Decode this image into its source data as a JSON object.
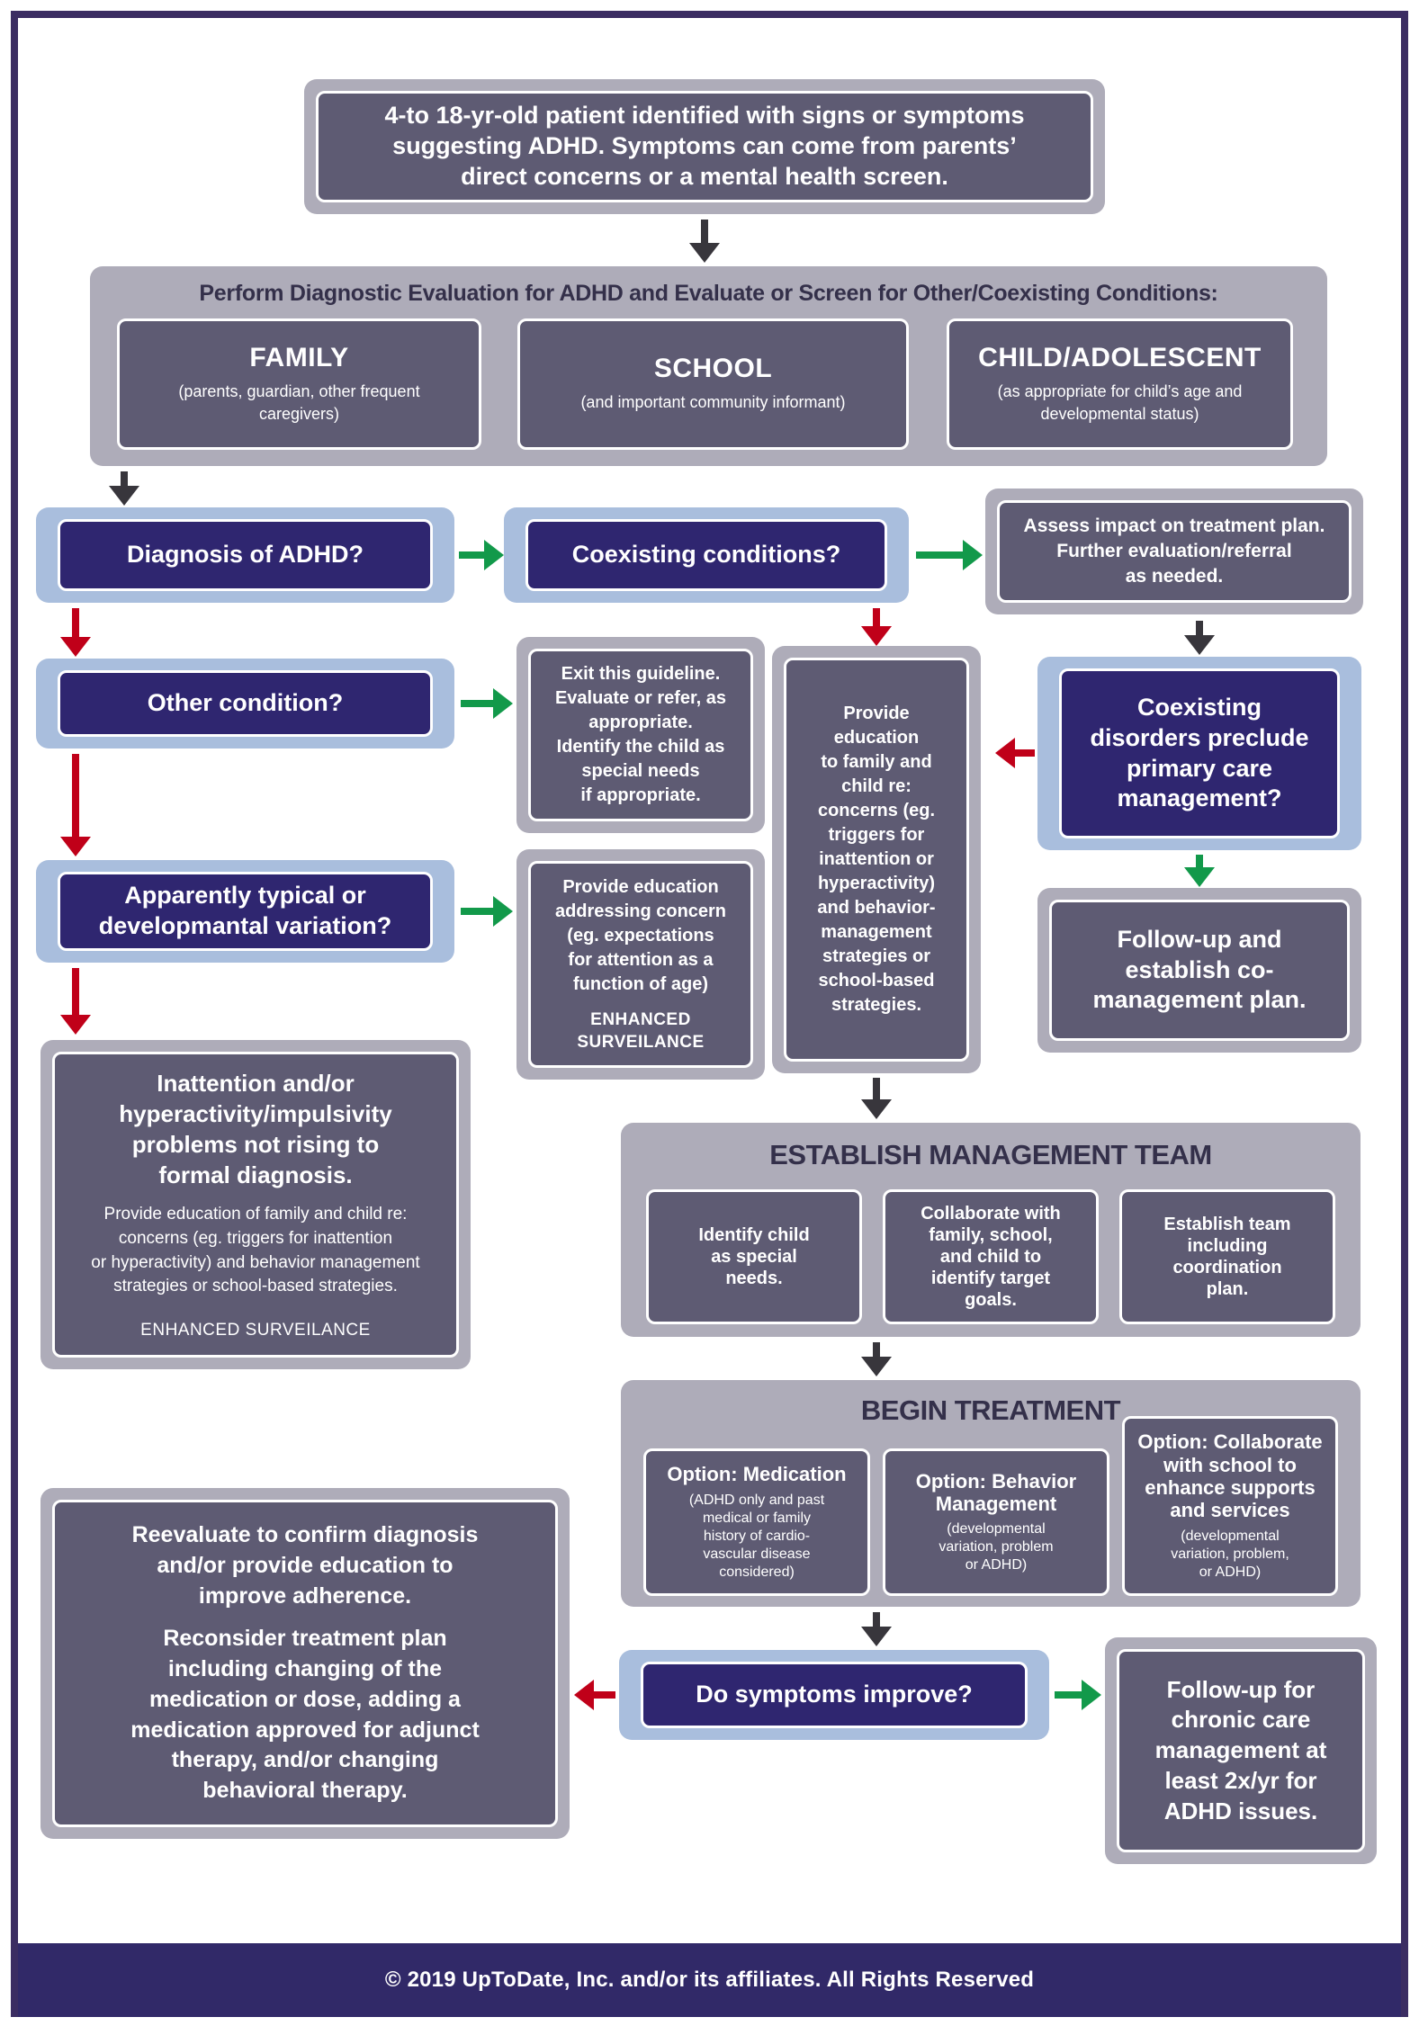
{
  "colors": {
    "navy": "#2f2670",
    "light_blue": "#a9bedd",
    "container_gray": "#aeacb9",
    "dark_slate": "#5e5b73",
    "arrow_black": "#38363c",
    "arrow_red": "#c00019",
    "arrow_green": "#12994a",
    "border_purple": "#3b2d62",
    "footer_purple": "#312968",
    "section_title_text": "#34304a",
    "box_text": "#ffffff"
  },
  "start": {
    "text": "4-to 18-yr-old patient identified with signs or symptoms\nsuggesting ADHD. Symptoms can come from parents’\ndirect concerns or a mental health screen."
  },
  "evaluation": {
    "title": "Perform Diagnostic Evaluation for ADHD and Evaluate or Screen for Other/Coexisting Conditions:",
    "family": {
      "title": "FAMILY",
      "subtitle": "(parents, guardian, other frequent\ncaregivers)"
    },
    "school": {
      "title": "SCHOOL",
      "subtitle": "(and important community informant)"
    },
    "child": {
      "title": "CHILD/ADOLESCENT",
      "subtitle": "(as appropriate for child’s age and\ndevelopmental status)"
    }
  },
  "questions": {
    "diagnosis": "Diagnosis of ADHD?",
    "coexisting": "Coexisting conditions?",
    "other": "Other condition?",
    "typical": "Apparently typical or\ndevelopmantal variation?",
    "coexist_preclude": "Coexisting\ndisorders preclude\nprimary care\nmanagement?",
    "improve": "Do symptoms improve?"
  },
  "actions": {
    "assess": "Assess impact on treatment plan.\nFurther evaluation/referral\nas needed.",
    "exit": "Exit this guideline.\nEvaluate or refer, as\nappropriate.\nIdentify the child as\nspecial needs\nif appropriate.",
    "provide_family": "Provide\neducation\nto family and\nchild re:\nconcerns (eg.\ntriggers for\ninattention or\nhyperactivity)\nand behavior-\nmanagement\nstrategies or\nschool-based\nstrategies.",
    "followup_comanage": "Follow-up and\nestablish co-\nmanagement plan.",
    "provide_education": "Provide education\naddressing concern\n(eg. expectations\nfor attention as a\nfunction of age)",
    "enhanced_surveillance_stacked": "ENHANCED\nSURVEILANCE",
    "chronic": "Follow-up for\nchronic care\nmanagement at\nleast 2x/yr for\nADHD issues."
  },
  "inattention": {
    "title": "Inattention and/or\nhyperactivity/impulsivity\nproblems not rising to\nformal diagnosis.",
    "body": "Provide education of family and child re:\nconcerns (eg. triggers for inattention\nor hyperactivity) and behavior management\nstrategies or school-based strategies.",
    "footer": "ENHANCED SURVEILANCE"
  },
  "team": {
    "title": "ESTABLISH MANAGEMENT TEAM",
    "box1": "Identify child\nas special\nneeds.",
    "box2": "Collaborate with\nfamily, school,\nand child to\nidentify target\ngoals.",
    "box3": "Establish team\nincluding\ncoordination\nplan."
  },
  "treatment": {
    "title": "BEGIN TREATMENT",
    "option1": {
      "title": "Option: Medication",
      "subtitle": "(ADHD only and past\nmedical or family\nhistory of cardio-\nvascular disease\nconsidered)"
    },
    "option2": {
      "title": "Option: Behavior\nManagement",
      "subtitle": "(developmental\nvariation, problem\nor ADHD)"
    },
    "option3": {
      "title": "Option: Collaborate\nwith school to\nenhance supports\nand services",
      "subtitle": "(developmental\nvariation, problem,\nor ADHD)"
    }
  },
  "reevaluate": {
    "p1": "Reevaluate to confirm diagnosis\nand/or provide education to\nimprove adherence.",
    "p2": "Reconsider treatment plan\nincluding changing of the\nmedication or dose, adding a\nmedication approved for adjunct\ntherapy, and/or changing\nbehavioral therapy."
  },
  "footer": {
    "text": "© 2019 UpToDate, Inc. and/or its affiliates. All Rights Reserved"
  }
}
